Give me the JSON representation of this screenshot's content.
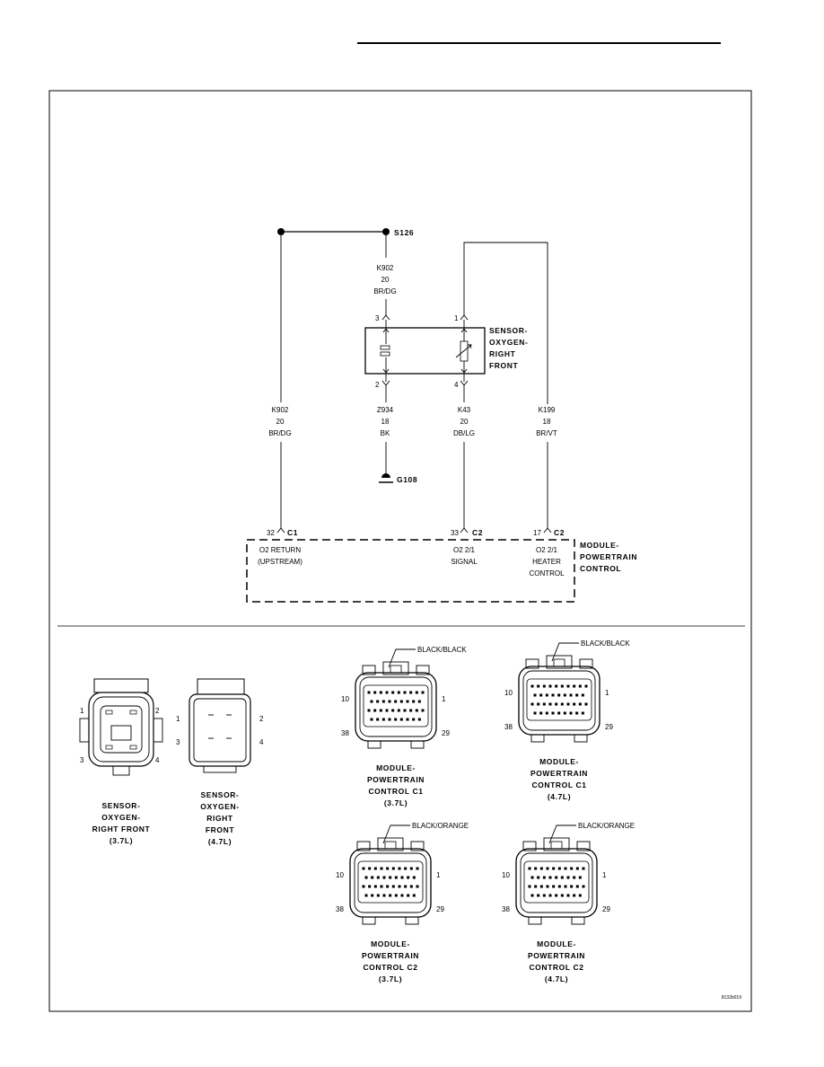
{
  "splice": {
    "id": "S126"
  },
  "ground": {
    "id": "G108"
  },
  "sensor": {
    "label_lines": [
      "SENSOR-",
      "OXYGEN-",
      "RIGHT",
      "FRONT"
    ],
    "pins": [
      "3",
      "1",
      "2",
      "4"
    ]
  },
  "wires": [
    {
      "circuit": "K902",
      "gauge": "20",
      "color": "BR/DG"
    },
    {
      "circuit": "K902",
      "gauge": "20",
      "color": "BR/DG"
    },
    {
      "circuit": "Z934",
      "gauge": "18",
      "color": "BK"
    },
    {
      "circuit": "K43",
      "gauge": "20",
      "color": "DB/LG"
    },
    {
      "circuit": "K199",
      "gauge": "18",
      "color": "BR/VT"
    }
  ],
  "pcm": {
    "label_lines": [
      "MODULE-",
      "POWERTRAIN",
      "CONTROL"
    ],
    "terminals": [
      {
        "pin": "32",
        "connector": "C1",
        "desc": [
          "O2 RETURN",
          "(UPSTREAM)"
        ]
      },
      {
        "pin": "33",
        "connector": "C2",
        "desc": [
          "O2 2/1",
          "SIGNAL"
        ]
      },
      {
        "pin": "17",
        "connector": "C2",
        "desc": [
          "O2 2/1",
          "HEATER",
          "CONTROL"
        ]
      }
    ]
  },
  "connectors": [
    {
      "caption": [
        "SENSOR-",
        "OXYGEN-",
        "RIGHT FRONT",
        "(3.7L)"
      ],
      "pins": [
        "1",
        "2",
        "3",
        "4"
      ]
    },
    {
      "caption": [
        "SENSOR-",
        "OXYGEN-",
        "RIGHT",
        "FRONT",
        "(4.7L)"
      ],
      "pins": [
        "1",
        "2",
        "3",
        "4"
      ]
    },
    {
      "caption": [
        "MODULE-",
        "POWERTRAIN",
        "CONTROL C1",
        "(3.7L)"
      ],
      "color": "BLACK/BLACK",
      "pins": [
        "10",
        "1",
        "38",
        "29"
      ]
    },
    {
      "caption": [
        "MODULE-",
        "POWERTRAIN",
        "CONTROL C1",
        "(4.7L)"
      ],
      "color": "BLACK/BLACK",
      "pins": [
        "10",
        "1",
        "38",
        "29"
      ]
    },
    {
      "caption": [
        "MODULE-",
        "POWERTRAIN",
        "CONTROL C2",
        "(3.7L)"
      ],
      "color": "BLACK/ORANGE",
      "pins": [
        "10",
        "1",
        "38",
        "29"
      ]
    },
    {
      "caption": [
        "MODULE-",
        "POWERTRAIN",
        "CONTROL C2",
        "(4.7L)"
      ],
      "color": "BLACK/ORANGE",
      "pins": [
        "10",
        "1",
        "38",
        "29"
      ]
    }
  ],
  "figure_id": "8132b019"
}
